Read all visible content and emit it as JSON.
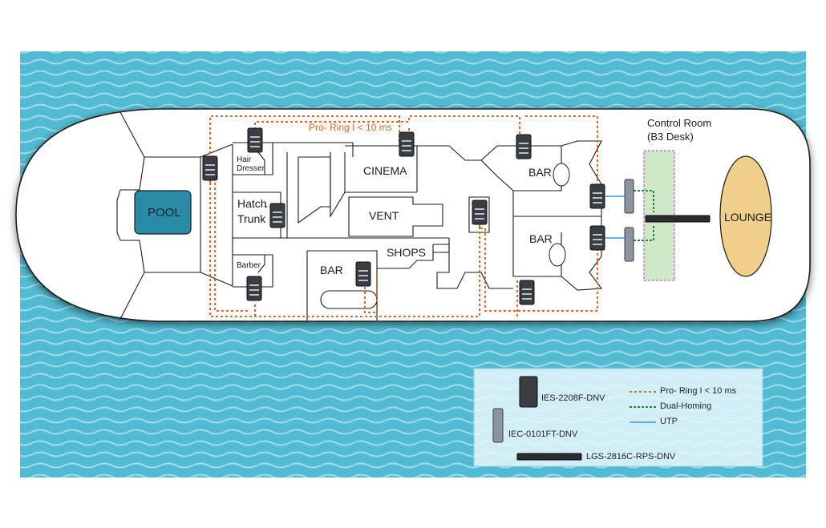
{
  "diagram": {
    "ring_label": "Pro- Ring I < 10 ms",
    "control_room": {
      "line1": "Control Room",
      "line2": "(B3 Desk)"
    },
    "rooms": {
      "pool": "POOL",
      "hair_dresser_1": "Hair",
      "hair_dresser_2": "Dresser",
      "hatch_1": "Hatch",
      "hatch_2": "Trunk",
      "barber": "Barber",
      "cinema": "CINEMA",
      "vent": "VENT",
      "bar_lower": "BAR",
      "shops": "SHOPS",
      "bar_top": "BAR",
      "bar_mid": "BAR",
      "lounge": "LOUNGE"
    },
    "colors": {
      "water": "#4fb8d1",
      "pool": "#2a8ba6",
      "lounge": "#efcf8a",
      "ring": "#e0652a",
      "dual_homing": "#1a8a3a",
      "utp": "#2aa0e0",
      "control_desk": "#cfe9c8"
    }
  },
  "legend": {
    "devices": {
      "ies": "IES-2208F-DNV",
      "iec": "IEC-0101FT-DNV",
      "lgs": "LGS-2816C-RPS-DNV"
    },
    "lines": {
      "ring": "Pro- Ring I < 10 ms",
      "dual": "Dual-Homing",
      "utp": "UTP"
    }
  }
}
